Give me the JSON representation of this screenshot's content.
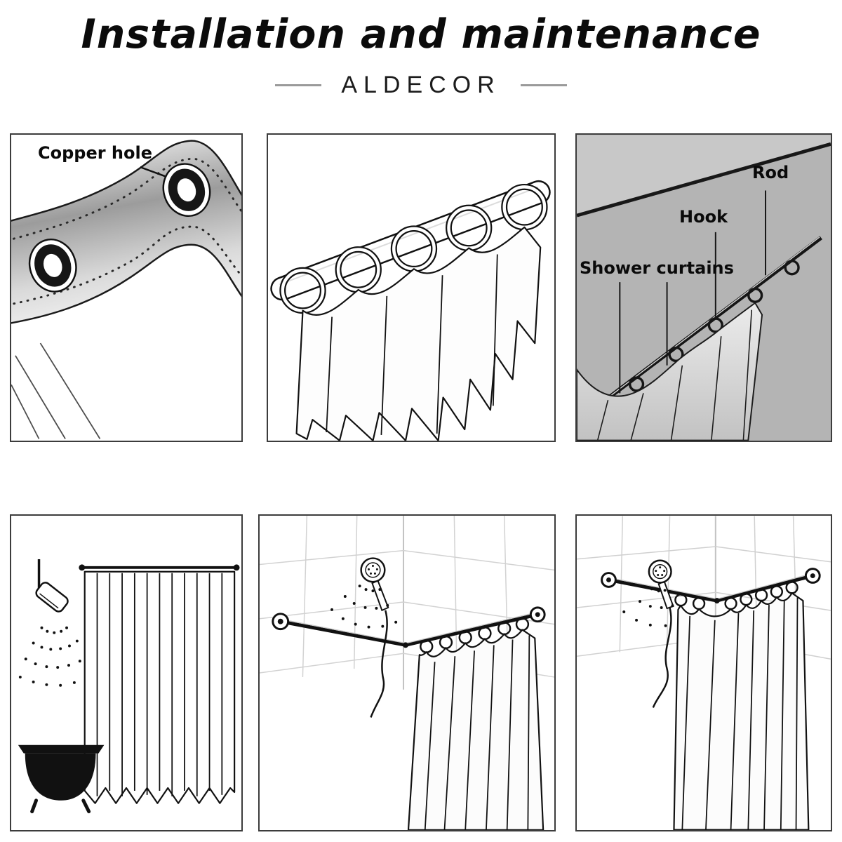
{
  "header": {
    "title": "Installation and maintenance",
    "brand": "ALDECOR"
  },
  "panels": {
    "copper_hole": {
      "label": "Copper hole"
    },
    "parts_overview": {
      "rod_label": "Rod",
      "hook_label": "Hook",
      "curtains_label": "Shower curtains"
    }
  },
  "colors": {
    "parts_panel_background": "#b4b4b4",
    "line_art": "#111111",
    "page_background": "#ffffff"
  }
}
